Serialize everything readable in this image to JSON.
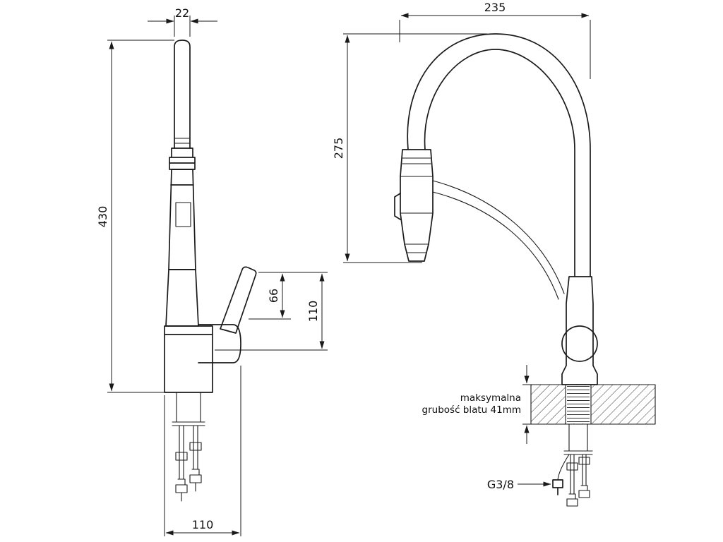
{
  "dimensions": {
    "spout_top_width": "22",
    "side_total_height": "430",
    "handle_height": "66",
    "handle_depth": "110",
    "base_depth": "110",
    "front_total_width": "235",
    "spout_clearance": "275"
  },
  "annotations": {
    "counter_note_line1": "maksymalna",
    "counter_note_line2": "grubość blatu 41mm",
    "thread_size": "G3/8"
  }
}
